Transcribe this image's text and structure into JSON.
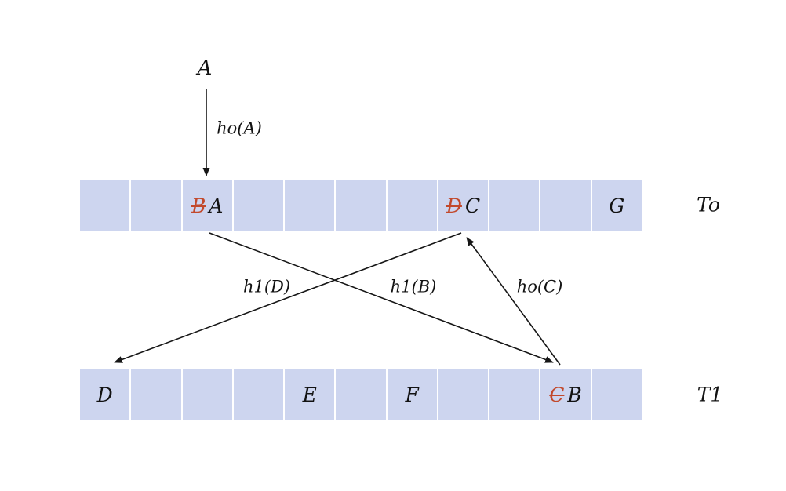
{
  "diagram": {
    "inserted_item": "A",
    "arrow_labels": {
      "h0A": "ho(A)",
      "h1D": "h1(D)",
      "h1B": "h1(B)",
      "h0C": "ho(C)"
    },
    "top_table": {
      "name": "To",
      "cells": [
        {
          "evicted": "",
          "value": ""
        },
        {
          "evicted": "",
          "value": ""
        },
        {
          "evicted": "B",
          "value": "A"
        },
        {
          "evicted": "",
          "value": ""
        },
        {
          "evicted": "",
          "value": ""
        },
        {
          "evicted": "",
          "value": ""
        },
        {
          "evicted": "",
          "value": ""
        },
        {
          "evicted": "D",
          "value": "C"
        },
        {
          "evicted": "",
          "value": ""
        },
        {
          "evicted": "",
          "value": ""
        },
        {
          "evicted": "",
          "value": "G"
        }
      ]
    },
    "bottom_table": {
      "name": "T1",
      "cells": [
        {
          "evicted": "",
          "value": "D"
        },
        {
          "evicted": "",
          "value": ""
        },
        {
          "evicted": "",
          "value": ""
        },
        {
          "evicted": "",
          "value": ""
        },
        {
          "evicted": "",
          "value": "E"
        },
        {
          "evicted": "",
          "value": ""
        },
        {
          "evicted": "",
          "value": "F"
        },
        {
          "evicted": "",
          "value": ""
        },
        {
          "evicted": "",
          "value": ""
        },
        {
          "evicted": "C",
          "value": "B"
        },
        {
          "evicted": "",
          "value": ""
        }
      ]
    },
    "colors": {
      "cell_fill": "#cdd5ef",
      "evicted_red": "#c2492c",
      "text": "#121212",
      "arrow": "#161616"
    }
  }
}
